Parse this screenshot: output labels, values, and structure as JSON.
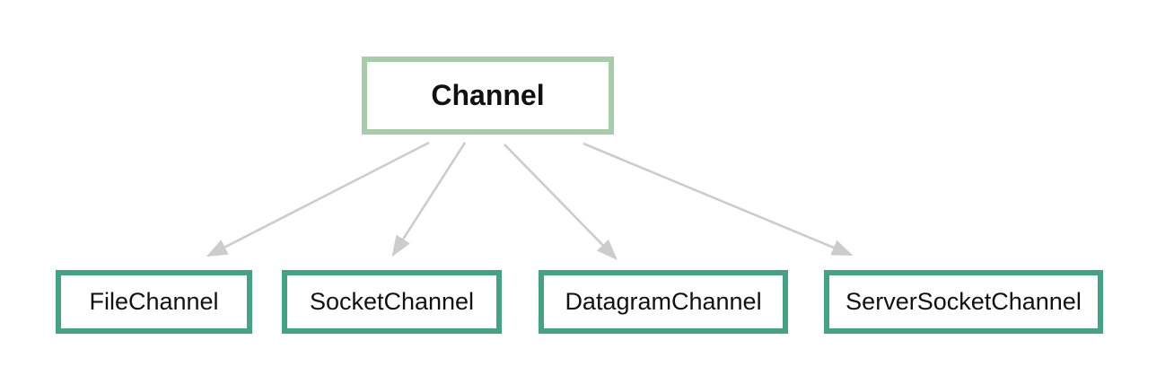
{
  "colors": {
    "background": "#ffffff",
    "parent_border": "#a4cda8",
    "child_border": "#42a482",
    "arrow": "#cccccc",
    "text": "#111111"
  },
  "diagram": {
    "type": "hierarchy",
    "root": {
      "label": "Channel"
    },
    "children": [
      {
        "label": "FileChannel"
      },
      {
        "label": "SocketChannel"
      },
      {
        "label": "DatagramChannel"
      },
      {
        "label": "ServerSocketChannel"
      }
    ]
  }
}
